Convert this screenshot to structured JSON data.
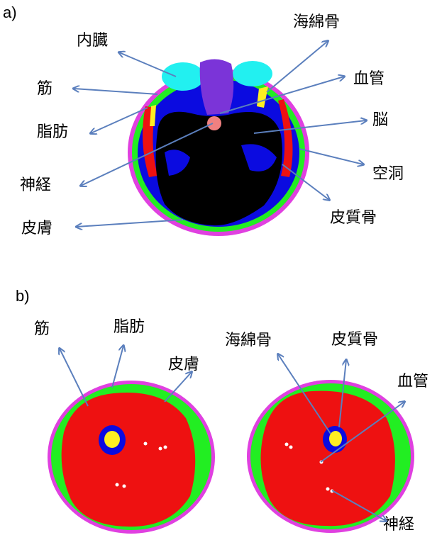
{
  "colors": {
    "skin": "#e040e0",
    "fat": "#22ee22",
    "muscle": "#ee1111",
    "cortical_bone": "#0b0be0",
    "spongy_bone": "#ffee22",
    "brain": "#000000",
    "organ": "#22f0f0",
    "nerve_vessel": "#7b34d8",
    "arrow": "#5b7fbd"
  },
  "panel_a": {
    "id": "a)",
    "labels": {
      "organ": "内臓",
      "muscle": "筋",
      "fat": "脂肪",
      "nerve": "神経",
      "skin": "皮膚",
      "spongy_bone": "海綿骨",
      "vessel": "血管",
      "brain": "脳",
      "cavity": "空洞",
      "cortical_bone": "皮質骨"
    }
  },
  "panel_b": {
    "id": "b)",
    "labels": {
      "muscle": "筋",
      "fat": "脂肪",
      "skin": "皮膚",
      "spongy_bone": "海綿骨",
      "cortical_bone": "皮質骨",
      "vessel": "血管",
      "nerve": "神経"
    }
  }
}
